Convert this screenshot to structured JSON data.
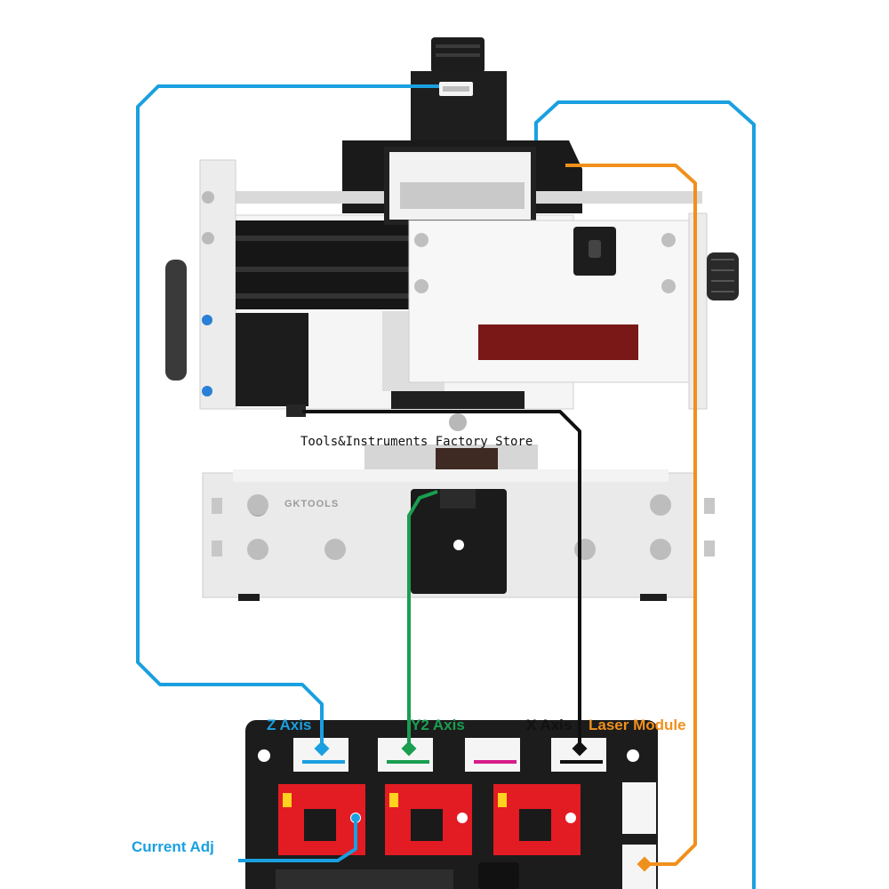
{
  "watermark": "Tools&Instruments Factory Store",
  "brand": {
    "name": "GKTOOLS"
  },
  "connectors": [
    {
      "label": "Z Axis",
      "color": "#1aa0e0"
    },
    {
      "label": "Y2 Axis",
      "color": "#1a9e50"
    },
    {
      "label": "X Axis",
      "color": "#111111"
    },
    {
      "label": "Laser Module",
      "color": "#f0901c"
    }
  ],
  "callouts": {
    "current_adj": "Current Adj"
  },
  "colors": {
    "frame": "#e8e8ea",
    "motor": "#1b1b1b",
    "board": "#1c1c1c",
    "driver": "#e31b23",
    "magenta_port": "#d81b8a"
  },
  "icons": [
    "stepper-motor-icon",
    "driver-chip-icon",
    "potentiometer-icon",
    "knob-icon"
  ]
}
